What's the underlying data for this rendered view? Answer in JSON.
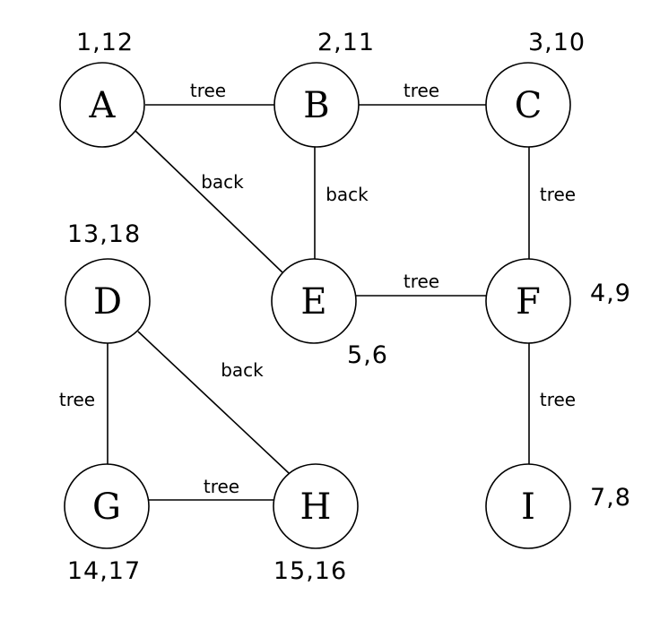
{
  "nodes": [
    {
      "id": "A",
      "label": "A",
      "times": "1,12"
    },
    {
      "id": "B",
      "label": "B",
      "times": "2,11"
    },
    {
      "id": "C",
      "label": "C",
      "times": "3,10"
    },
    {
      "id": "D",
      "label": "D",
      "times": "13,18"
    },
    {
      "id": "E",
      "label": "E",
      "times": "5,6"
    },
    {
      "id": "F",
      "label": "F",
      "times": "4,9"
    },
    {
      "id": "G",
      "label": "G",
      "times": "14,17"
    },
    {
      "id": "H",
      "label": "H",
      "times": "15,16"
    },
    {
      "id": "I",
      "label": "I",
      "times": "7,8"
    }
  ],
  "edges": [
    {
      "from": "A",
      "to": "B",
      "type": "tree"
    },
    {
      "from": "B",
      "to": "C",
      "type": "tree"
    },
    {
      "from": "A",
      "to": "E",
      "type": "back"
    },
    {
      "from": "B",
      "to": "E",
      "type": "back"
    },
    {
      "from": "C",
      "to": "F",
      "type": "tree"
    },
    {
      "from": "E",
      "to": "F",
      "type": "tree"
    },
    {
      "from": "D",
      "to": "H",
      "type": "back"
    },
    {
      "from": "D",
      "to": "G",
      "type": "tree"
    },
    {
      "from": "F",
      "to": "I",
      "type": "tree"
    },
    {
      "from": "G",
      "to": "H",
      "type": "tree"
    }
  ]
}
